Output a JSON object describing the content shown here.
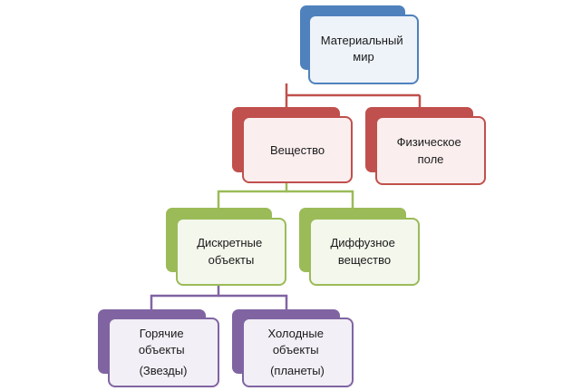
{
  "nodes": {
    "material_world": {
      "lines": [
        "Материальный",
        "мир"
      ],
      "back_color": "#4F81BD",
      "front_fill": "#EEF3FA",
      "front_stroke": "#4F81BD"
    },
    "substance": {
      "lines": [
        "Вещество"
      ],
      "back_color": "#C0504D",
      "front_fill": "#FBEEEE",
      "front_stroke": "#C0504D"
    },
    "physical_field": {
      "lines": [
        "Физическое",
        "поле"
      ],
      "back_color": "#C0504D",
      "front_fill": "#FBEEEE",
      "front_stroke": "#C0504D"
    },
    "discrete_objects": {
      "lines": [
        "Дискретные",
        "объекты"
      ],
      "back_color": "#9BBB59",
      "front_fill": "#F3F7EC",
      "front_stroke": "#9BBB59"
    },
    "diffuse_substance": {
      "lines": [
        "Диффузное",
        "вещество"
      ],
      "back_color": "#9BBB59",
      "front_fill": "#F3F7EC",
      "front_stroke": "#9BBB59"
    },
    "hot_objects": {
      "lines": [
        "Горячие",
        "объекты",
        "(Звезды)"
      ],
      "back_color": "#8064A2",
      "front_fill": "#F2EFF6",
      "front_stroke": "#8064A2"
    },
    "cold_objects": {
      "lines": [
        "Холодные",
        "объекты",
        "(планеты)"
      ],
      "back_color": "#8064A2",
      "front_fill": "#F2EFF6",
      "front_stroke": "#8064A2"
    }
  },
  "connector_colors": {
    "level1": "#C0504D",
    "level2": "#9BBB59",
    "level3": "#8064A2"
  }
}
